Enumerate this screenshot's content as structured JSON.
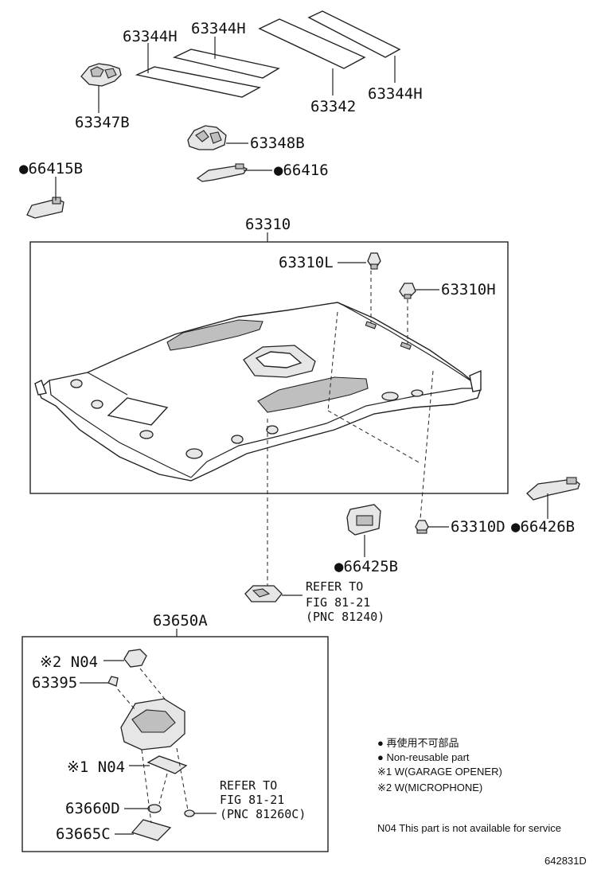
{
  "labels": {
    "p_63344h_a": "63344H",
    "p_63344h_b": "63344H",
    "p_63344h_c": "63344H",
    "p_63342": "63342",
    "p_63347b": "63347B",
    "p_63348b": "63348B",
    "p_66415b": "●66415B",
    "p_66416": "●66416",
    "p_63310": "63310",
    "p_63310l": "63310L",
    "p_63310h": "63310H",
    "p_63310d": "63310D",
    "p_66426b": "●66426B",
    "p_66425b": "●66425B",
    "p_63650a": "63650A",
    "p_n04_2": "※2 N04",
    "p_63395": "63395",
    "p_n04_1": "※1 N04",
    "p_63660d": "63660D",
    "p_63665c": "63665C"
  },
  "refs": {
    "ref1_l1": "REFER TO",
    "ref1_l2": "FIG 81-21",
    "ref1_l3": "(PNC 81240)",
    "ref2_l1": "REFER TO",
    "ref2_l2": "FIG 81-21",
    "ref2_l3": "(PNC 81260C)"
  },
  "legend": {
    "line1": "● 再使用不可部品",
    "line2": "● Non-reusable part",
    "line3": "※1 W(GARAGE OPENER)",
    "line4": "※2 W(MICROPHONE)"
  },
  "footnote": "N04 This part is not available for service",
  "figure_id": "642831D"
}
